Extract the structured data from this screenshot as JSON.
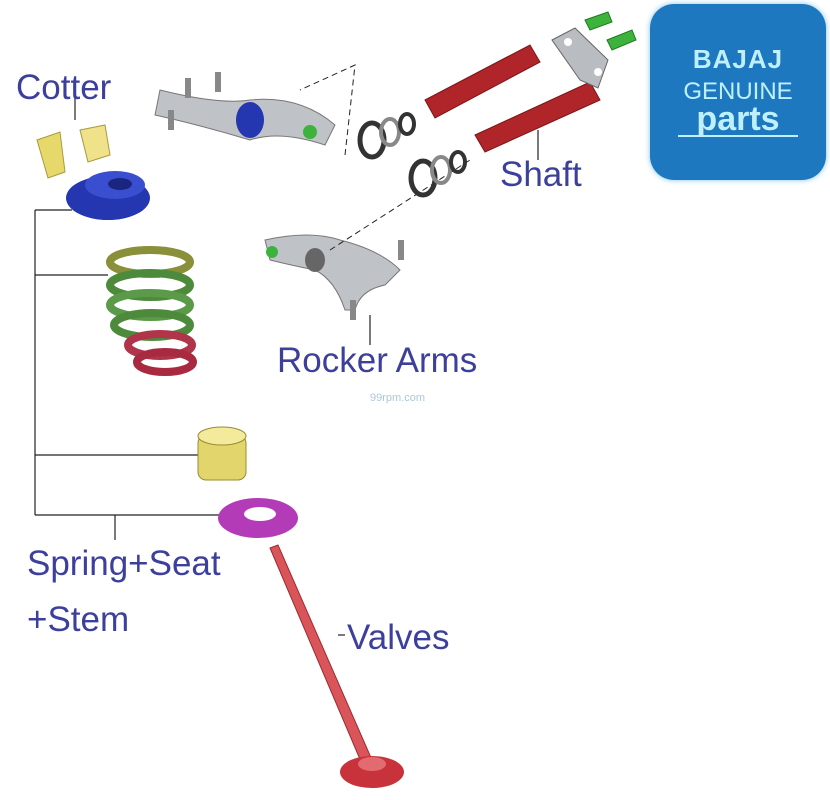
{
  "labels": {
    "cotter": "Cotter",
    "shaft": "Shaft",
    "rocker_arms": "Rocker Arms",
    "spring_seat_line1": "Spring+Seat",
    "spring_seat_line2": "+Stem",
    "valves": "Valves"
  },
  "logo": {
    "line1": "BAJAJ",
    "line2": "GENUINE",
    "line3": "parts",
    "color": "#1d78bf"
  },
  "watermark": "99rpm.com",
  "colors": {
    "label": "#3d3f9c",
    "shaft": "#b0252a",
    "spring": "#4d8a3c",
    "retainer": "#2436b0",
    "seat": "#b43bb8",
    "cotter": "#e6d86a"
  }
}
